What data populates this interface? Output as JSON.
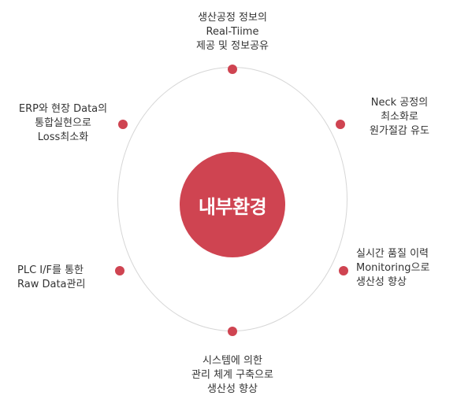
{
  "center": {
    "label": "내부환경"
  },
  "nodes": [
    {
      "id": "top",
      "lines": [
        "생산공정 정보의",
        "Real-Tiime",
        "제공 및 정보공유"
      ]
    },
    {
      "id": "top-right",
      "lines": [
        "Neck 공정의",
        "최소화로",
        "원가절감 유도"
      ]
    },
    {
      "id": "bottom-right",
      "lines": [
        "실시간 품질 이력",
        "Monitoring으로",
        "생산성 향상"
      ]
    },
    {
      "id": "bottom",
      "lines": [
        "시스템에 의한",
        "관리 체계 구축으로",
        "생산성 향상"
      ]
    },
    {
      "id": "bottom-left",
      "lines": [
        "PLC I/F를 통한",
        "Raw Data관리"
      ]
    },
    {
      "id": "top-left",
      "lines": [
        "ERP와 현장 Data의",
        "통합실현으로",
        "Loss최소화"
      ]
    }
  ],
  "colors": {
    "accent": "#cf4451",
    "ring": "#d6d6d6",
    "text": "#333333"
  }
}
